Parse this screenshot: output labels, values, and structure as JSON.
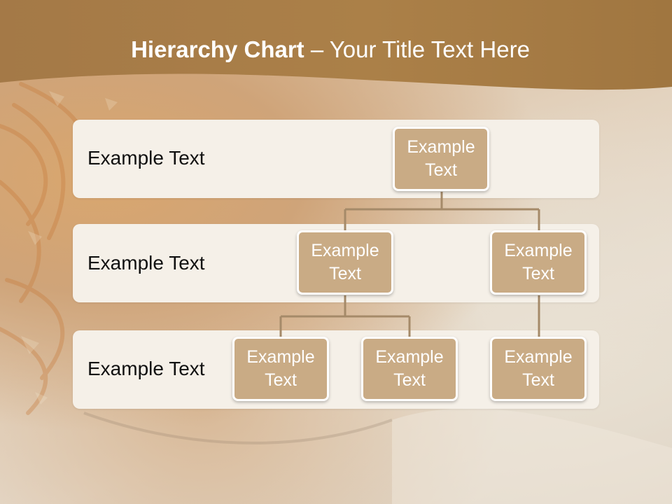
{
  "slide": {
    "title_bold": "Hierarchy Chart",
    "title_rest": " – Your Title Text Here"
  },
  "levels": [
    {
      "label": "Example Text"
    },
    {
      "label": "Example Text"
    },
    {
      "label": "Example Text"
    }
  ],
  "nodes": {
    "root": "Example Text",
    "level2_left": "Example Text",
    "level2_right": "Example Text",
    "level3_a": "Example Text",
    "level3_b": "Example Text",
    "level3_c": "Example Text"
  },
  "colors": {
    "node_fill": "#c9ab85",
    "connector": "#a58a69",
    "band_fill": "#f5f0e8",
    "header": "#a57a45"
  }
}
